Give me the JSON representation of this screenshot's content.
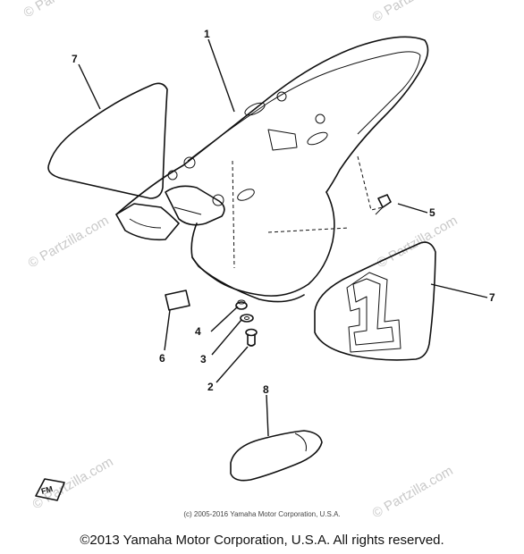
{
  "watermark": {
    "text": "© Partzilla.com"
  },
  "callouts": {
    "seat": "1",
    "screw": "2",
    "washer": "3",
    "damper": "4",
    "bolt": "5",
    "pad": "6",
    "number_plate_left": "7",
    "number_plate_right": "7",
    "tool_bag": "8"
  },
  "plate_number": "1",
  "emblem_text": "FM",
  "source_credit": "(c) 2005-2016 Yamaha Motor Corporation, U.S.A.",
  "copyright": "©2013 Yamaha Motor Corporation, U.S.A. All rights reserved."
}
